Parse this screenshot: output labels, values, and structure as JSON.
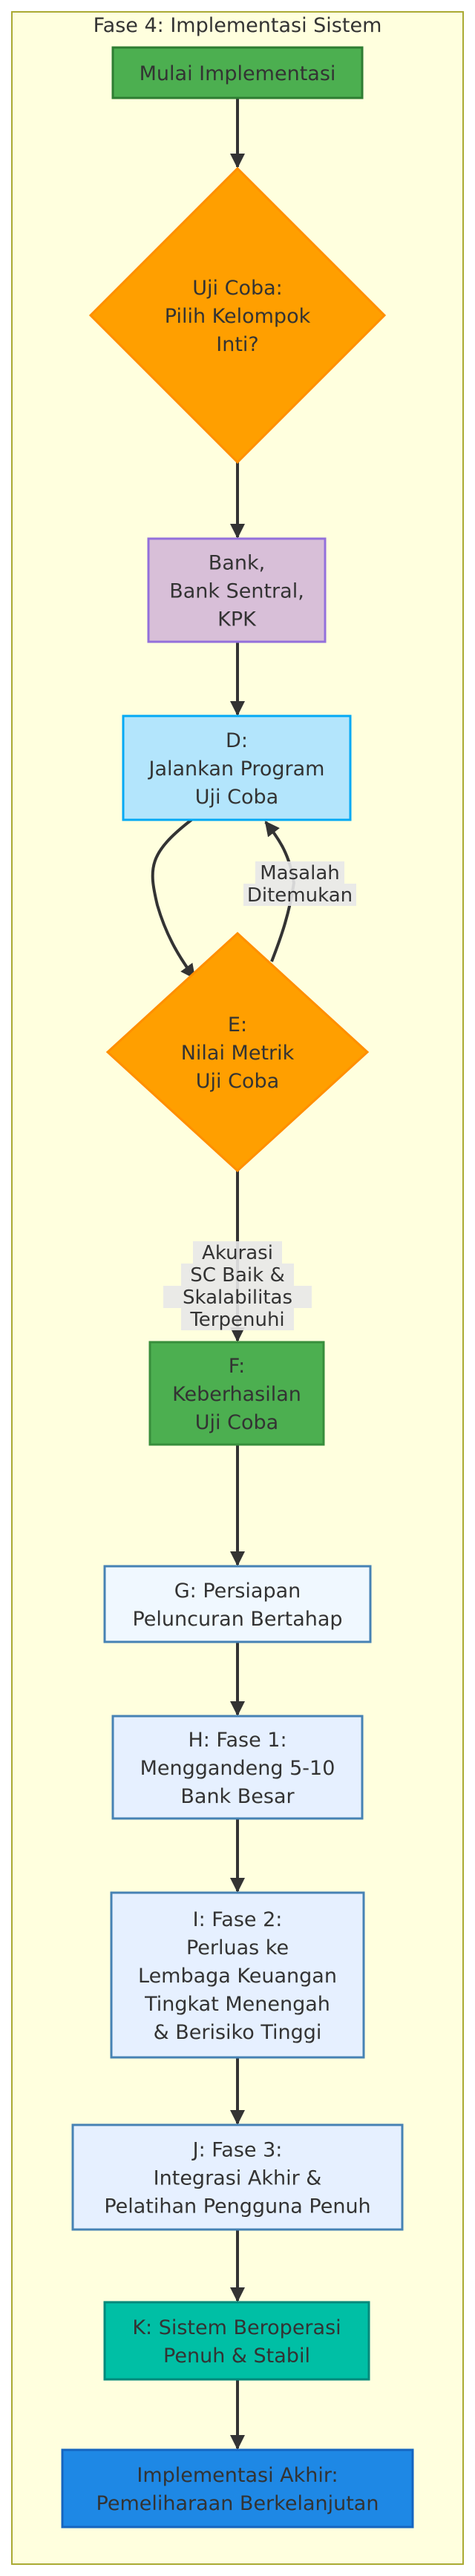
{
  "cluster": {
    "title": "Fase 4: Implementasi Sistem"
  },
  "nodes": [
    {
      "id": "start",
      "lines": [
        "Mulai Implementasi"
      ],
      "fill": "#4caf50",
      "stroke": "#2e7d32"
    },
    {
      "id": "pilot",
      "lines": [
        "Uji Coba:",
        "Pilih Kelompok",
        "Inti?"
      ],
      "fill": "#ff9f00",
      "stroke": "#ff8f00"
    },
    {
      "id": "bank",
      "lines": [
        "Bank,",
        "Bank Sentral,",
        "KPK"
      ],
      "fill": "#d8bfd8",
      "stroke": "#9370db"
    },
    {
      "id": "D",
      "lines": [
        "D:",
        "Jalankan Program",
        "Uji Coba"
      ],
      "fill": "#b3e5fc",
      "stroke": "#03a9f4"
    },
    {
      "id": "E",
      "lines": [
        "E:",
        "Nilai Metrik",
        "Uji Coba"
      ],
      "fill": "#ff9f00",
      "stroke": "#ff8f00"
    },
    {
      "id": "F",
      "lines": [
        "F:",
        "Keberhasilan",
        "Uji Coba"
      ],
      "fill": "#4caf50",
      "stroke": "#388e3c"
    },
    {
      "id": "G",
      "lines": [
        "G: Persiapan",
        "Peluncuran Bertahap"
      ],
      "fill": "#f0f8ff",
      "stroke": "#4682b4"
    },
    {
      "id": "H",
      "lines": [
        "H: Fase 1:",
        "Menggandeng 5-10",
        "Bank Besar"
      ],
      "fill": "#e6f0ff",
      "stroke": "#4682b4"
    },
    {
      "id": "I",
      "lines": [
        "I: Fase 2:",
        "Perluas ke",
        "Lembaga Keuangan",
        "Tingkat Menengah",
        "& Berisiko Tinggi"
      ],
      "fill": "#e6f0ff",
      "stroke": "#4682b4"
    },
    {
      "id": "J",
      "lines": [
        "J: Fase 3:",
        "Integrasi Akhir &",
        "Pelatihan Pengguna Penuh"
      ],
      "fill": "#e6f0ff",
      "stroke": "#4682b4"
    },
    {
      "id": "K",
      "lines": [
        "K: Sistem Beroperasi",
        "Penuh & Stabil"
      ],
      "fill": "#00bfa5",
      "stroke": "#00897b"
    },
    {
      "id": "final",
      "lines": [
        "Implementasi Akhir:",
        "Pemeliharaan Berkelanjutan"
      ],
      "fill": "#1e88e5",
      "stroke": "#1565c0"
    }
  ],
  "edge_labels": {
    "issues": [
      "Masalah",
      "Ditemukan"
    ],
    "success": [
      "Akurasi",
      "SC Baik &",
      "Skalabilitas",
      "Terpenuhi"
    ]
  }
}
